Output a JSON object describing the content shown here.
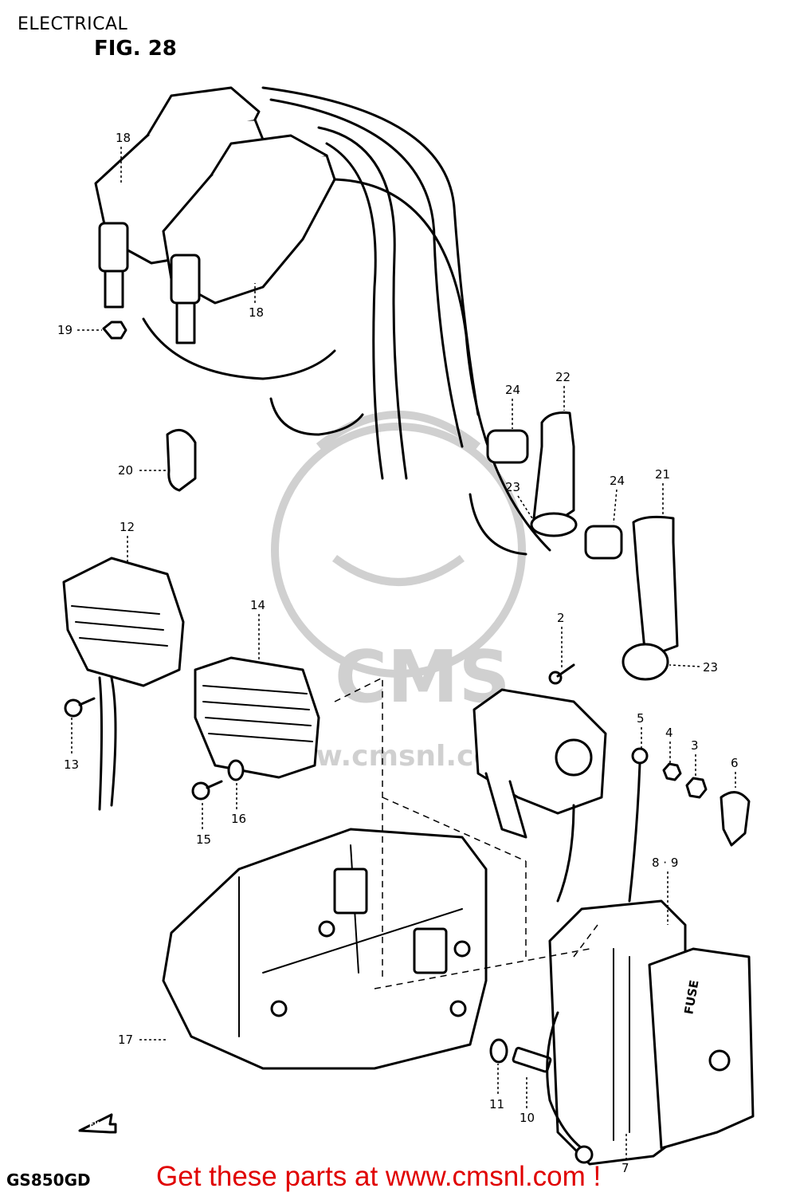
{
  "header": {
    "title": "ELECTRICAL",
    "figure": "FIG. 28"
  },
  "footer": {
    "model": "GS850GD",
    "cta": "Get these parts at www.cmsnl.com !"
  },
  "watermark": {
    "brand": "CMS",
    "url": "www.cmsnl.com"
  },
  "callouts": [
    {
      "id": "18a",
      "label": "18"
    },
    {
      "id": "18b",
      "label": "18"
    },
    {
      "id": "19",
      "label": "19"
    },
    {
      "id": "20",
      "label": "20"
    },
    {
      "id": "24a",
      "label": "24"
    },
    {
      "id": "22",
      "label": "22"
    },
    {
      "id": "23a",
      "label": "23"
    },
    {
      "id": "24b",
      "label": "24"
    },
    {
      "id": "21",
      "label": "21"
    },
    {
      "id": "23b",
      "label": "23"
    },
    {
      "id": "12",
      "label": "12"
    },
    {
      "id": "14",
      "label": "14"
    },
    {
      "id": "13",
      "label": "13"
    },
    {
      "id": "15",
      "label": "15"
    },
    {
      "id": "16",
      "label": "16"
    },
    {
      "id": "2",
      "label": "2"
    },
    {
      "id": "5",
      "label": "5"
    },
    {
      "id": "4",
      "label": "4"
    },
    {
      "id": "3",
      "label": "3"
    },
    {
      "id": "6",
      "label": "6"
    },
    {
      "id": "8-9",
      "label": "8 · 9"
    },
    {
      "id": "17",
      "label": "17"
    },
    {
      "id": "11",
      "label": "11"
    },
    {
      "id": "10",
      "label": "10"
    },
    {
      "id": "7",
      "label": "7"
    }
  ],
  "arrow_label": "FWD",
  "fuse_label": "FUSE"
}
